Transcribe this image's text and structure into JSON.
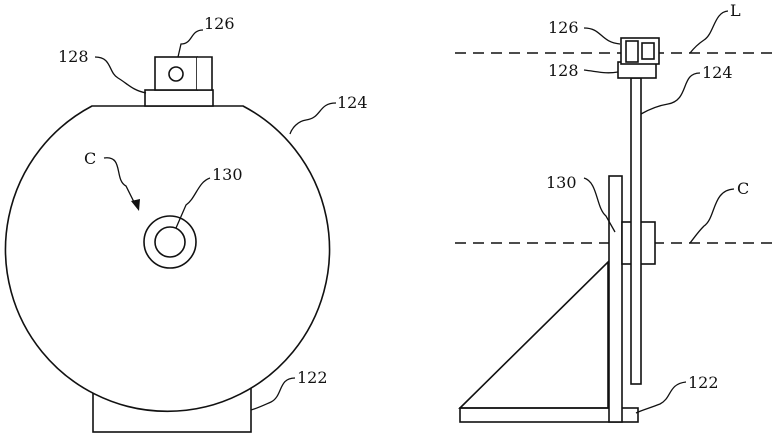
{
  "labels": {
    "left": {
      "l126": "126",
      "l128": "128",
      "l124": "124",
      "lC": "C",
      "l130": "130",
      "l122": "122"
    },
    "right": {
      "l126": "126",
      "l128": "128",
      "l124": "124",
      "lL": "L",
      "l130": "130",
      "lC": "C",
      "l122": "122"
    }
  }
}
